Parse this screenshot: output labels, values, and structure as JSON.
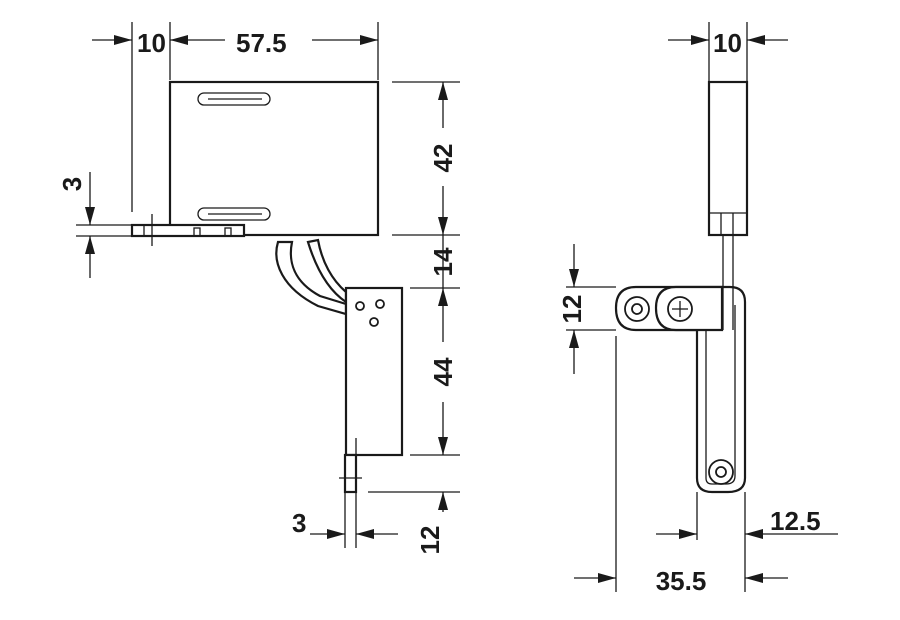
{
  "drawing": {
    "dimensions": {
      "front_left_offset": "10",
      "front_width": "57.5",
      "front_upper_height": "42",
      "front_mid_gap": "14",
      "front_lower_height": "44",
      "front_bottom_extension": "12",
      "front_flange_thickness": "3",
      "front_pin_thickness": "3",
      "side_top_width": "10",
      "side_bracket_height": "12",
      "side_arm_width": "12.5",
      "side_overall_width": "35.5"
    }
  }
}
